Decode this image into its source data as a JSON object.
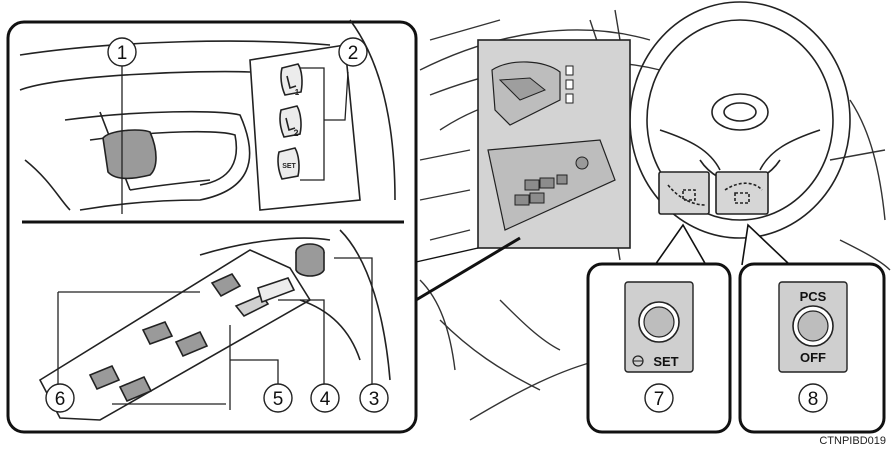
{
  "callouts": {
    "c1": "1",
    "c2": "2",
    "c3": "3",
    "c4": "4",
    "c5": "5",
    "c6": "6",
    "c7": "7",
    "c8": "8"
  },
  "memory_buttons": {
    "mem1": "1",
    "mem2": "2",
    "set": "SET"
  },
  "switch_panels": {
    "set_label": "SET",
    "pcs_label": "PCS",
    "off_label": "OFF"
  },
  "image_code": "CTNPIBD019",
  "colors": {
    "line": "#222222",
    "gray": "#bfbfbf",
    "dark": "#6f6f6f",
    "button": "#9a9a9a"
  }
}
